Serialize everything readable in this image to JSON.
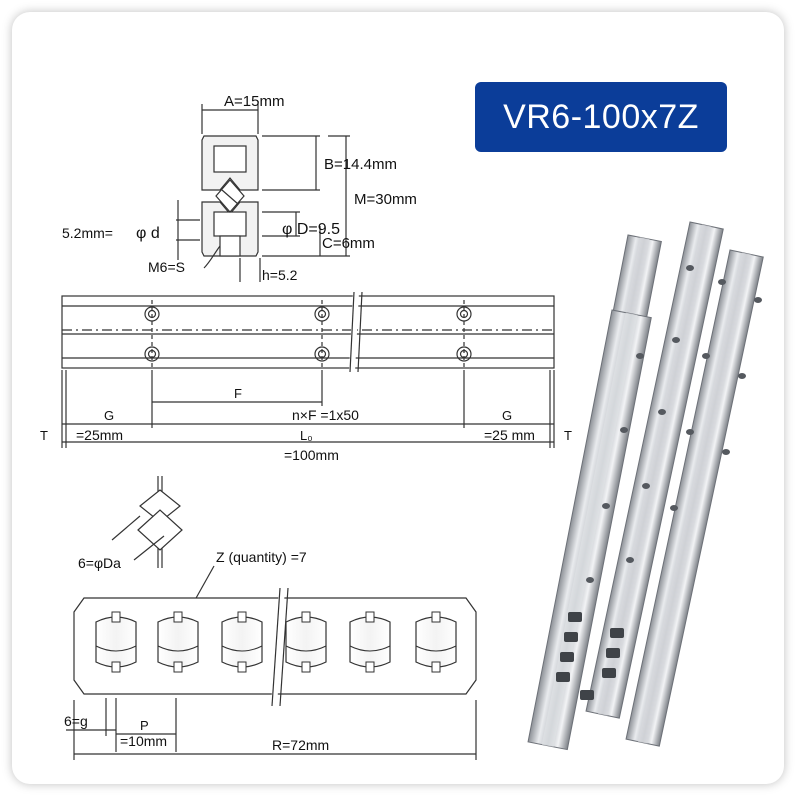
{
  "title": "VR6-100x7Z",
  "cross_section": {
    "A": "A=15mm",
    "B": "B=14.4mm",
    "M": "M=30mm",
    "d_value": "5.2mm=",
    "d_symbol": "φ d",
    "D": "φ D=9.5",
    "C": "C=6mm",
    "S": "M6=S",
    "h": "h=5.2"
  },
  "rail_view": {
    "G_left": "G",
    "G_right": "G",
    "F": "F",
    "nF": "n×F =1x50",
    "T_left": "T",
    "T_right": "T",
    "G_left_value": "=25mm",
    "G_right_value": "=25 mm",
    "L0": "L₀",
    "L0_value": "=100mm"
  },
  "roller_view": {
    "Da": "6=φDa",
    "Z": "Z (quantity) =7",
    "g": "6=g",
    "P": "P",
    "P_value": "=10mm",
    "R": "R=72mm"
  },
  "colors": {
    "title_bg": "#0b3d99",
    "line": "#333333",
    "rail_metal": "#c9ccd0"
  }
}
